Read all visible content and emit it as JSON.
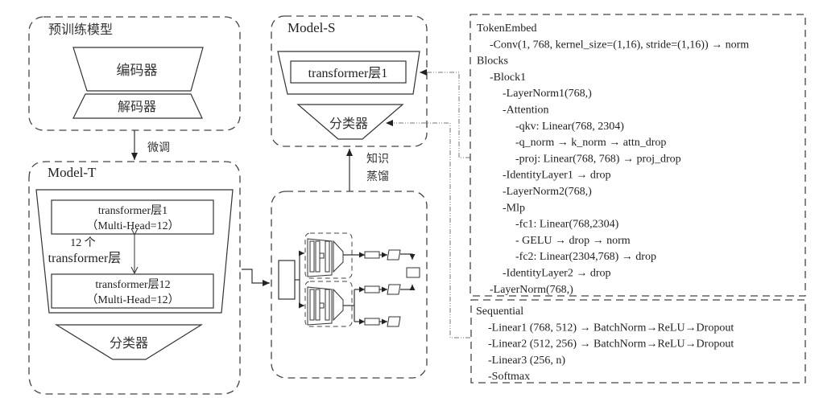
{
  "pretrained": {
    "title": "预训练模型",
    "encoder": "编码器",
    "decoder": "解码器"
  },
  "finetune_label": "微调",
  "model_t": {
    "title": "Model-T",
    "layer_first_name": "transformer层1",
    "layer_first_head": "（Multi-Head=12）",
    "layer_last_name": "transformer层12",
    "layer_last_head": "（Multi-Head=12）",
    "count_label_line1": "12 个",
    "count_label_line2": "transformer层",
    "classifier": "分类器"
  },
  "model_s": {
    "title": "Model-S",
    "layer": "transformer层1",
    "classifier": "分类器"
  },
  "distill_label_line1": "知识",
  "distill_label_line2": "蒸馏",
  "spec_panel": {
    "lines": [
      {
        "indent": 0,
        "text": "TokenEmbed"
      },
      {
        "indent": 1,
        "text": "-Conv(1, 768, kernel_size=(1,16), stride=(1,16)) → norm"
      },
      {
        "indent": 0,
        "text": "Blocks"
      },
      {
        "indent": 1,
        "text": "-Block1"
      },
      {
        "indent": 2,
        "text": "-LayerNorm1(768,)"
      },
      {
        "indent": 2,
        "text": "-Attention"
      },
      {
        "indent": 3,
        "text": "-qkv: Linear(768, 2304)"
      },
      {
        "indent": 3,
        "text": "-q_norm → k_norm → attn_drop"
      },
      {
        "indent": 3,
        "text": "-proj: Linear(768, 768) → proj_drop"
      },
      {
        "indent": 2,
        "text": "-IdentityLayer1 → drop"
      },
      {
        "indent": 2,
        "text": "-LayerNorm2(768,)"
      },
      {
        "indent": 2,
        "text": "-Mlp"
      },
      {
        "indent": 3,
        "text": "-fc1: Linear(768,2304)"
      },
      {
        "indent": 3,
        "text": "- GELU → drop → norm"
      },
      {
        "indent": 3,
        "text": "-fc2: Linear(2304,768) → drop"
      },
      {
        "indent": 2,
        "text": "-IdentityLayer2 → drop"
      },
      {
        "indent": 1,
        "text": "-LayerNorm(768,)"
      }
    ]
  },
  "sequential_panel": {
    "lines": [
      {
        "indent": 0,
        "text": "Sequential"
      },
      {
        "indent": 1,
        "text": "-Linear1 (768, 512) → BatchNorm→ReLU→Dropout"
      },
      {
        "indent": 1,
        "text": "-Linear2 (512, 256) → BatchNorm→ReLU→Dropout"
      },
      {
        "indent": 1,
        "text": "-Linear3 (256, n)"
      },
      {
        "indent": 1,
        "text": "-Softmax"
      }
    ]
  }
}
